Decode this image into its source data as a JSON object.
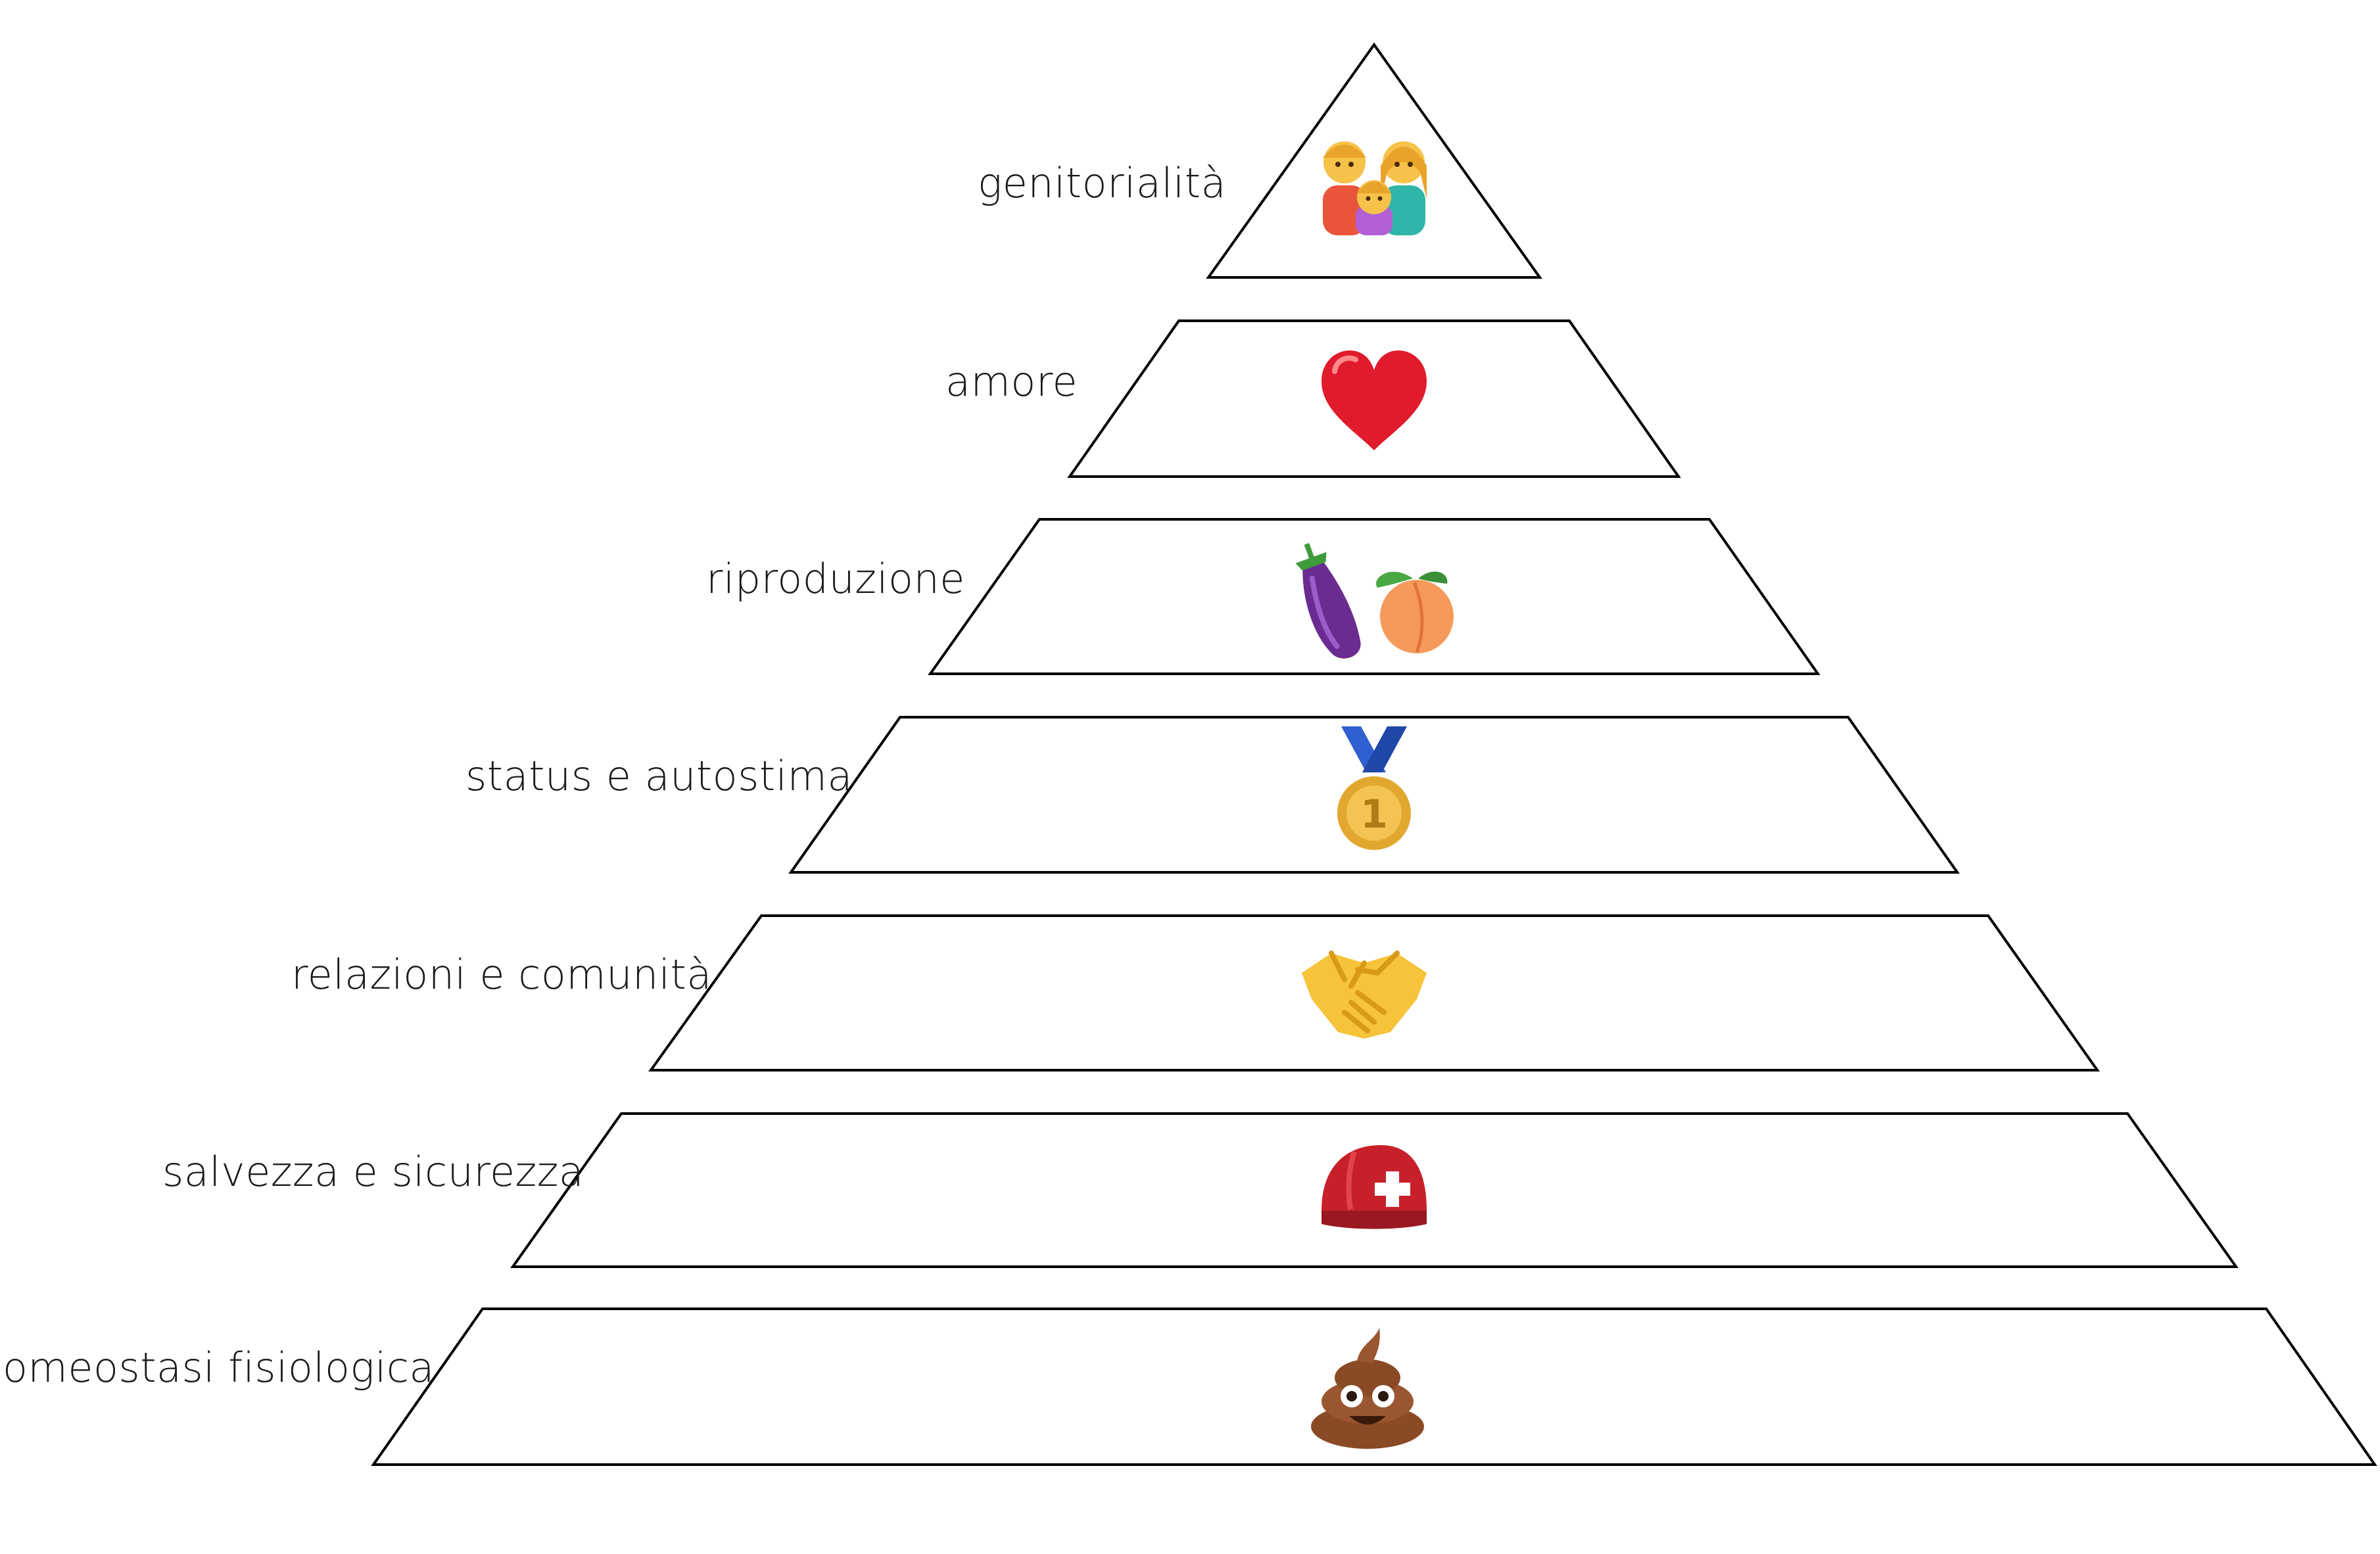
{
  "diagram": {
    "levels": [
      {
        "label": "genitorialità",
        "icon": "family-icon"
      },
      {
        "label": "amore",
        "icon": "red-heart-icon"
      },
      {
        "label": "riproduzione",
        "icon": "eggplant-peach-icon"
      },
      {
        "label": "status e autostima",
        "icon": "first-place-medal-icon"
      },
      {
        "label": "relazioni e comunità",
        "icon": "handshake-icon"
      },
      {
        "label": "salvezza e sicurezza",
        "icon": "rescue-helmet-icon"
      },
      {
        "label": "omeostasi fisiologica",
        "icon": "pile-of-poo-icon"
      }
    ],
    "colors": {
      "outline": "#000000",
      "fill": "#ffffff",
      "heart": "#e01b2c",
      "medal_gold": "#e2a72e",
      "medal_ribbon": "#2f5fd0",
      "handshake": "#f6c33a",
      "helmet": "#c8202a",
      "poo": "#8a4a25",
      "eggplant": "#6a2c91",
      "peach": "#f59a5a"
    }
  }
}
